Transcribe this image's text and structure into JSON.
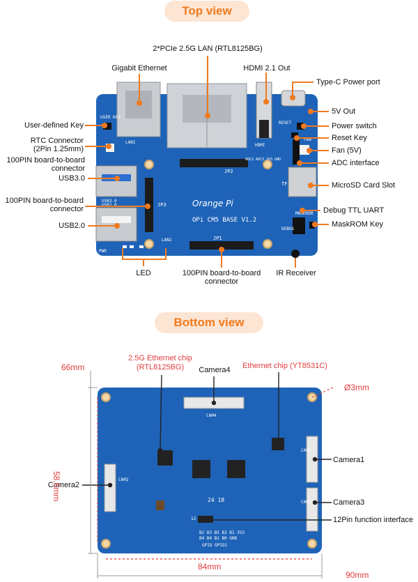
{
  "top": {
    "heading": "Top view",
    "board_text": {
      "brand": "Orange Pi",
      "model": "OPi CM5 BASE V1.2",
      "jp2": "JP2",
      "jp3": "JP3",
      "jp1": "JP1",
      "usb3": "USB3.0",
      "usb2": "USB2.0",
      "user_key": "USER KEY",
      "lan1": "LAN1",
      "lan2": "LAN2",
      "hdmi": "HDMI",
      "reset": "RESET",
      "fan": "FAN",
      "adc": "ADC2 ADC3 3V3 GND",
      "debug": "DEBUG",
      "maskrom": "MASKROM",
      "tf": "TF",
      "pwr": "PWR"
    },
    "labels": {
      "pcie_lan": "2*PCIe 2.5G LAN (RTL8125BG)",
      "gigabit": "Gigabit Ethernet",
      "hdmi": "HDMI 2.1 Out",
      "typec": "Type-C Power port",
      "user_key": "User-defined Key",
      "fivev": "5V Out",
      "rtc_1": "RTC Connector",
      "rtc_2": "(2Pin 1.25mm)",
      "power_switch": "Power switch",
      "reset_key": "Reset Key",
      "fan": "Fan (5V)",
      "b2b_top_1": "100PIN board-to-board",
      "b2b_top_2": "connector",
      "adc": "ADC interface",
      "usb3": "USB3.0",
      "microsd": "MicroSD Card Slot",
      "b2b_left_1": "100PIN board-to-board",
      "b2b_left_2": "connector",
      "debug": "Debug TTL UART",
      "usb2": "USB2.0",
      "maskrom": "MaskROM Key",
      "led": "LED",
      "b2b_bottom_1": "100PIN board-to-board",
      "b2b_bottom_2": "connector",
      "ir": "IR Receiver"
    }
  },
  "bottom": {
    "heading": "Bottom view",
    "board_text": {
      "cam4": "CAM4",
      "cam1": "CAM1",
      "cam2": "CAM2",
      "cam3": "CAM3",
      "date": "24 18",
      "pinrow1": "B2 B3 B5 B3 B1 3V3",
      "pinrow2": "B4 B4 B2 B0 GND",
      "gpio": "GPIO  GPIO1",
      "twelve": "12"
    },
    "labels": {
      "chip_25g_1": "2.5G Ethernet chip",
      "chip_25g_2": "(RTL8125BG)",
      "camera4": "Camera4",
      "eth_chip": "Ethernet chip (YT8531C)",
      "camera1": "Camera1",
      "camera2": "Camera2",
      "camera3": "Camera3",
      "func": "12Pin function interface"
    },
    "dims": {
      "h_total": "66mm",
      "hole": "Ø3mm",
      "h_inner": "58.5mm",
      "w_inner": "84mm",
      "w_total": "90mm"
    }
  },
  "colors": {
    "pcb": "#1e63b8",
    "pcb_dark": "#164f96",
    "pointer": "#f07a1f",
    "dimension": "#e23b3b",
    "heading_bg": "#fde5d3"
  }
}
